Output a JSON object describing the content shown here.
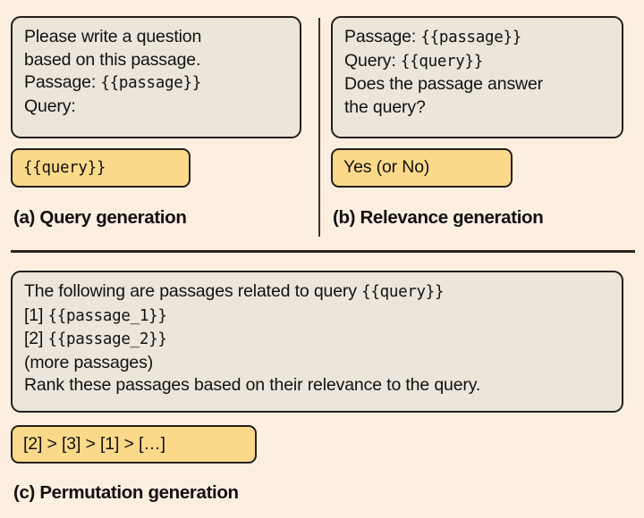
{
  "figure": {
    "background_color": "#fdefe0",
    "prompt_box_color": "#ebe5da",
    "output_box_color": "#fbd98a",
    "border_color": "#231f1c"
  },
  "panels": [
    {
      "id": "a",
      "caption": "(a) Query generation",
      "prompt_lines": [
        [
          {
            "t": "Please write a question",
            "m": false
          }
        ],
        [
          {
            "t": "based on this passage.",
            "m": false
          }
        ],
        [
          {
            "t": "Passage: ",
            "m": false
          },
          {
            "t": "{{passage}}",
            "m": true
          }
        ],
        [
          {
            "t": "Query:",
            "m": false
          }
        ]
      ],
      "output_lines": [
        [
          {
            "t": "{{query}}",
            "m": true
          }
        ]
      ]
    },
    {
      "id": "b",
      "caption": "(b) Relevance generation",
      "prompt_lines": [
        [
          {
            "t": "Passage: ",
            "m": false
          },
          {
            "t": "{{passage}}",
            "m": true
          }
        ],
        [
          {
            "t": "Query: ",
            "m": false
          },
          {
            "t": "{{query}}",
            "m": true
          }
        ],
        [
          {
            "t": "Does the passage answer",
            "m": false
          }
        ],
        [
          {
            "t": "the query?",
            "m": false
          }
        ]
      ],
      "output_lines": [
        [
          {
            "t": "Yes (or No)",
            "m": false
          }
        ]
      ]
    },
    {
      "id": "c",
      "caption": "(c) Permutation generation",
      "prompt_lines": [
        [
          {
            "t": "The following are passages related to query ",
            "m": false
          },
          {
            "t": "{{query}}",
            "m": true
          }
        ],
        [
          {
            "t": "[1] ",
            "m": false
          },
          {
            "t": "{{passage_1}}",
            "m": true
          }
        ],
        [
          {
            "t": "[2] ",
            "m": false
          },
          {
            "t": "{{passage_2}}",
            "m": true
          }
        ],
        [
          {
            "t": "(more passages)",
            "m": false
          }
        ],
        [
          {
            "t": "Rank these passages based on their relevance to the query.",
            "m": false
          }
        ]
      ],
      "output_lines": [
        [
          {
            "t": "[2] > [3] > [1] > […]",
            "m": false
          }
        ]
      ]
    }
  ]
}
